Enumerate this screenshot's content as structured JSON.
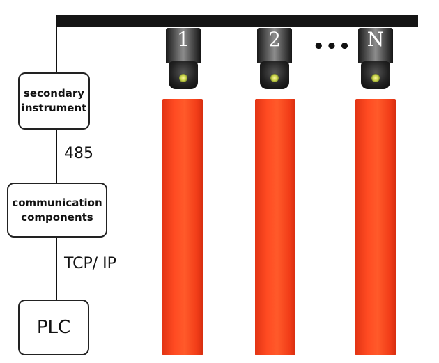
{
  "rail": {
    "description": ""
  },
  "boxes": {
    "secondary_instrument": "secondary\ninstrument",
    "communication_components": "communication\ncomponents",
    "plc": "PLC"
  },
  "labels": {
    "link_485": "485",
    "link_tcpip": "TCP/ IP"
  },
  "cameras": [
    {
      "label": "1"
    },
    {
      "label": "2"
    },
    {
      "label": "N"
    }
  ],
  "ellipsis": "•••",
  "colors": {
    "bar": "#ff4b22",
    "rail": "#151515"
  }
}
